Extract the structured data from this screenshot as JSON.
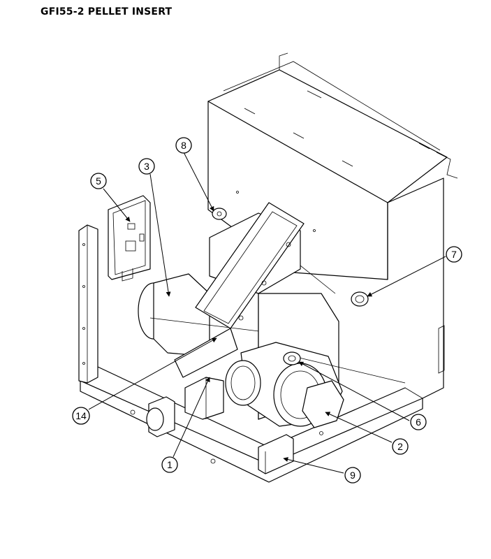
{
  "title": "GFI55-2 PELLET INSERT",
  "callouts": {
    "c8": "8",
    "c3": "3",
    "c5": "5",
    "c7": "7",
    "c14": "14",
    "c6": "6",
    "c2": "2",
    "c1": "1",
    "c9": "9"
  }
}
